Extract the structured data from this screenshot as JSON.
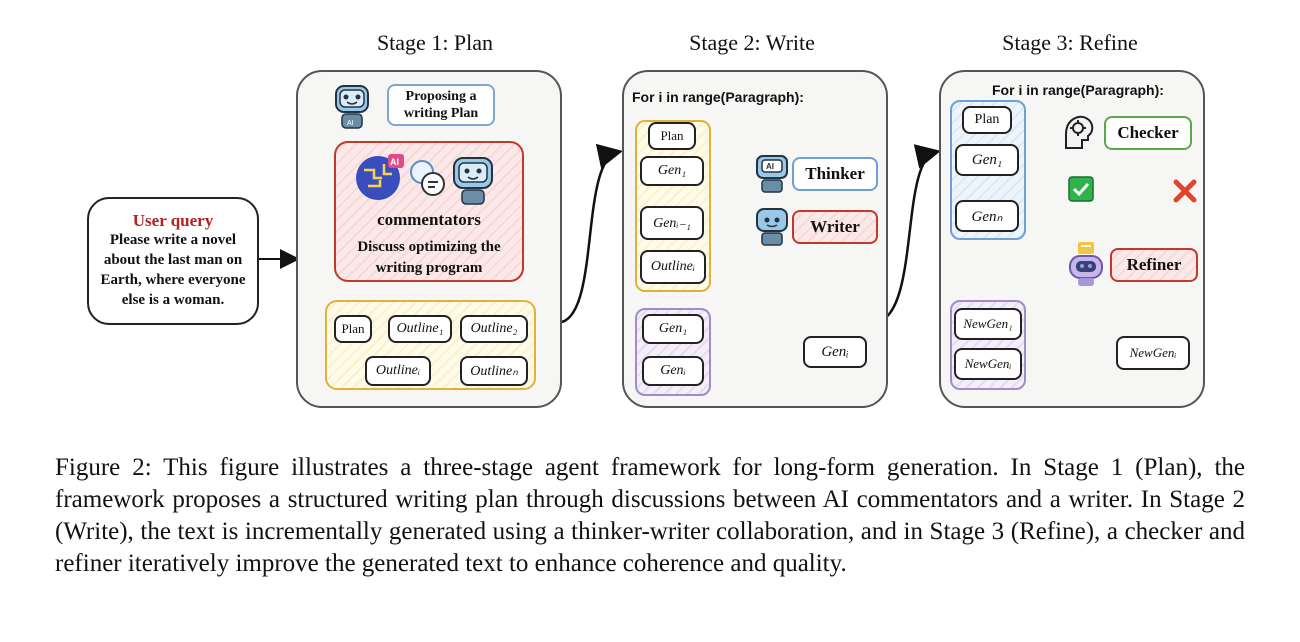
{
  "stage1": {
    "title": "Stage 1: Plan",
    "proposing": "Proposing a writing Plan",
    "commentators": "commentators",
    "discuss": "Discuss optimizing the writing program",
    "plan": "Plan",
    "outline1": "Outline₁",
    "outline2": "Outline₂",
    "outline_i": "Outlineᵢ",
    "outline_n": "Outlineₙ"
  },
  "stage2": {
    "title": "Stage 2: Write",
    "loop": "For i in range(Paragraph):",
    "plan": "Plan",
    "gen1": "Gen₁",
    "gen_i_minus_1": "Genᵢ₋₁",
    "outline_i": "Outlineᵢ",
    "gen1_b": "Gen₁",
    "gen_i_b": "Genᵢ",
    "thinker": "Thinker",
    "writer": "Writer",
    "gen_i": "Genᵢ"
  },
  "stage3": {
    "title": "Stage 3: Refine",
    "loop": "For i in range(Paragraph):",
    "plan": "Plan",
    "gen1": "Gen₁",
    "gen_n": "Genₙ",
    "checker": "Checker",
    "refiner": "Refiner",
    "newgen1": "NewGen₁",
    "newgen_i_left": "NewGenᵢ",
    "newgen_i_right": "NewGenᵢ"
  },
  "user_query": {
    "title": "User query",
    "text": "Please write a novel about the last man on Earth, where everyone else is a woman."
  },
  "icons": {
    "robot": "robot-icon",
    "brain_ai": "brain-ai-icon",
    "chat": "chat-bubble-icon",
    "check": "check-icon",
    "cross": "cross-icon",
    "gear_head": "gear-head-icon"
  },
  "colors": {
    "red": "#c0392b",
    "blue": "#6f9fd8",
    "green": "#5aa84a",
    "yellow": "#e0b23a",
    "purple": "#a08cc8",
    "user_query_title": "#b22222"
  },
  "caption": "Figure 2: This figure illustrates a three-stage agent framework for long-form generation. In Stage 1 (Plan), the framework proposes a structured writing plan through discussions between AI commentators and a writer. In Stage 2 (Write), the text is incrementally generated using a thinker-writer collaboration, and in Stage 3 (Refine), a checker and refiner iteratively improve the generated text to enhance coherence and quality."
}
